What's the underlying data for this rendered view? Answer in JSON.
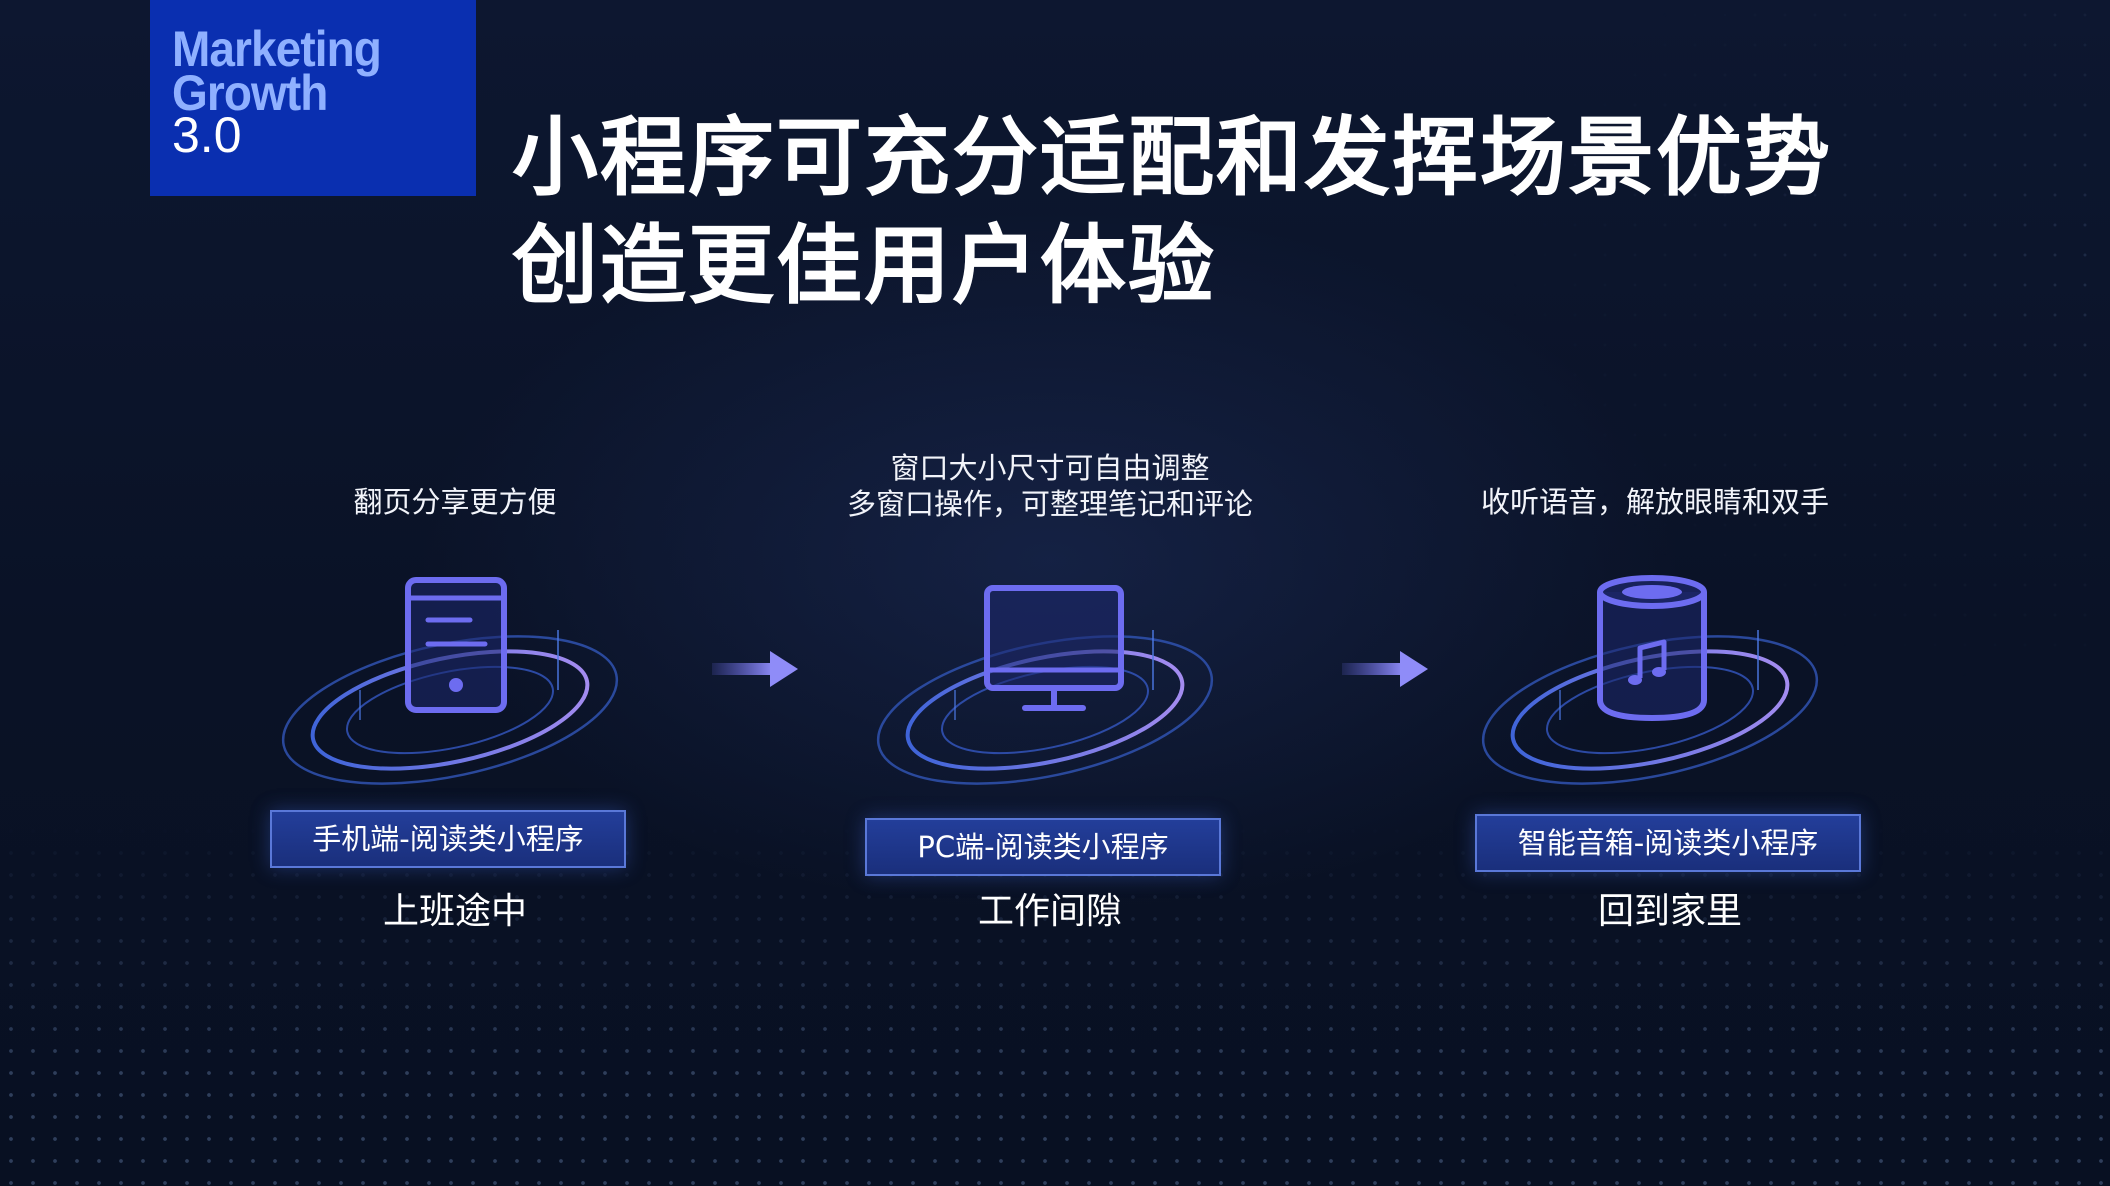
{
  "logo": {
    "line1": "Marketing",
    "line2": "Growth",
    "line3": "3.0",
    "bg_color": "#0a2fb0"
  },
  "title": {
    "line1": "小程序可充分适配和发挥场景优势",
    "line2": "创造更佳用户体验"
  },
  "columns": [
    {
      "desc": [
        "翻页分享更方便"
      ],
      "icon": "phone-icon",
      "tag": "手机端-阅读类小程序",
      "scene": "上班途中"
    },
    {
      "desc": [
        "窗口大小尺寸可自由调整",
        "多窗口操作，可整理笔记和评论"
      ],
      "icon": "monitor-icon",
      "tag": "PC端-阅读类小程序",
      "scene": "工作间隙"
    },
    {
      "desc": [
        "收听语音，解放眼睛和双手"
      ],
      "icon": "smart-speaker-icon",
      "tag": "智能音箱-阅读类小程序",
      "scene": "回到家里"
    }
  ],
  "colors": {
    "accent": "#6d6cf0",
    "tag_border": "#5a78d8",
    "background": "#0b1326"
  }
}
